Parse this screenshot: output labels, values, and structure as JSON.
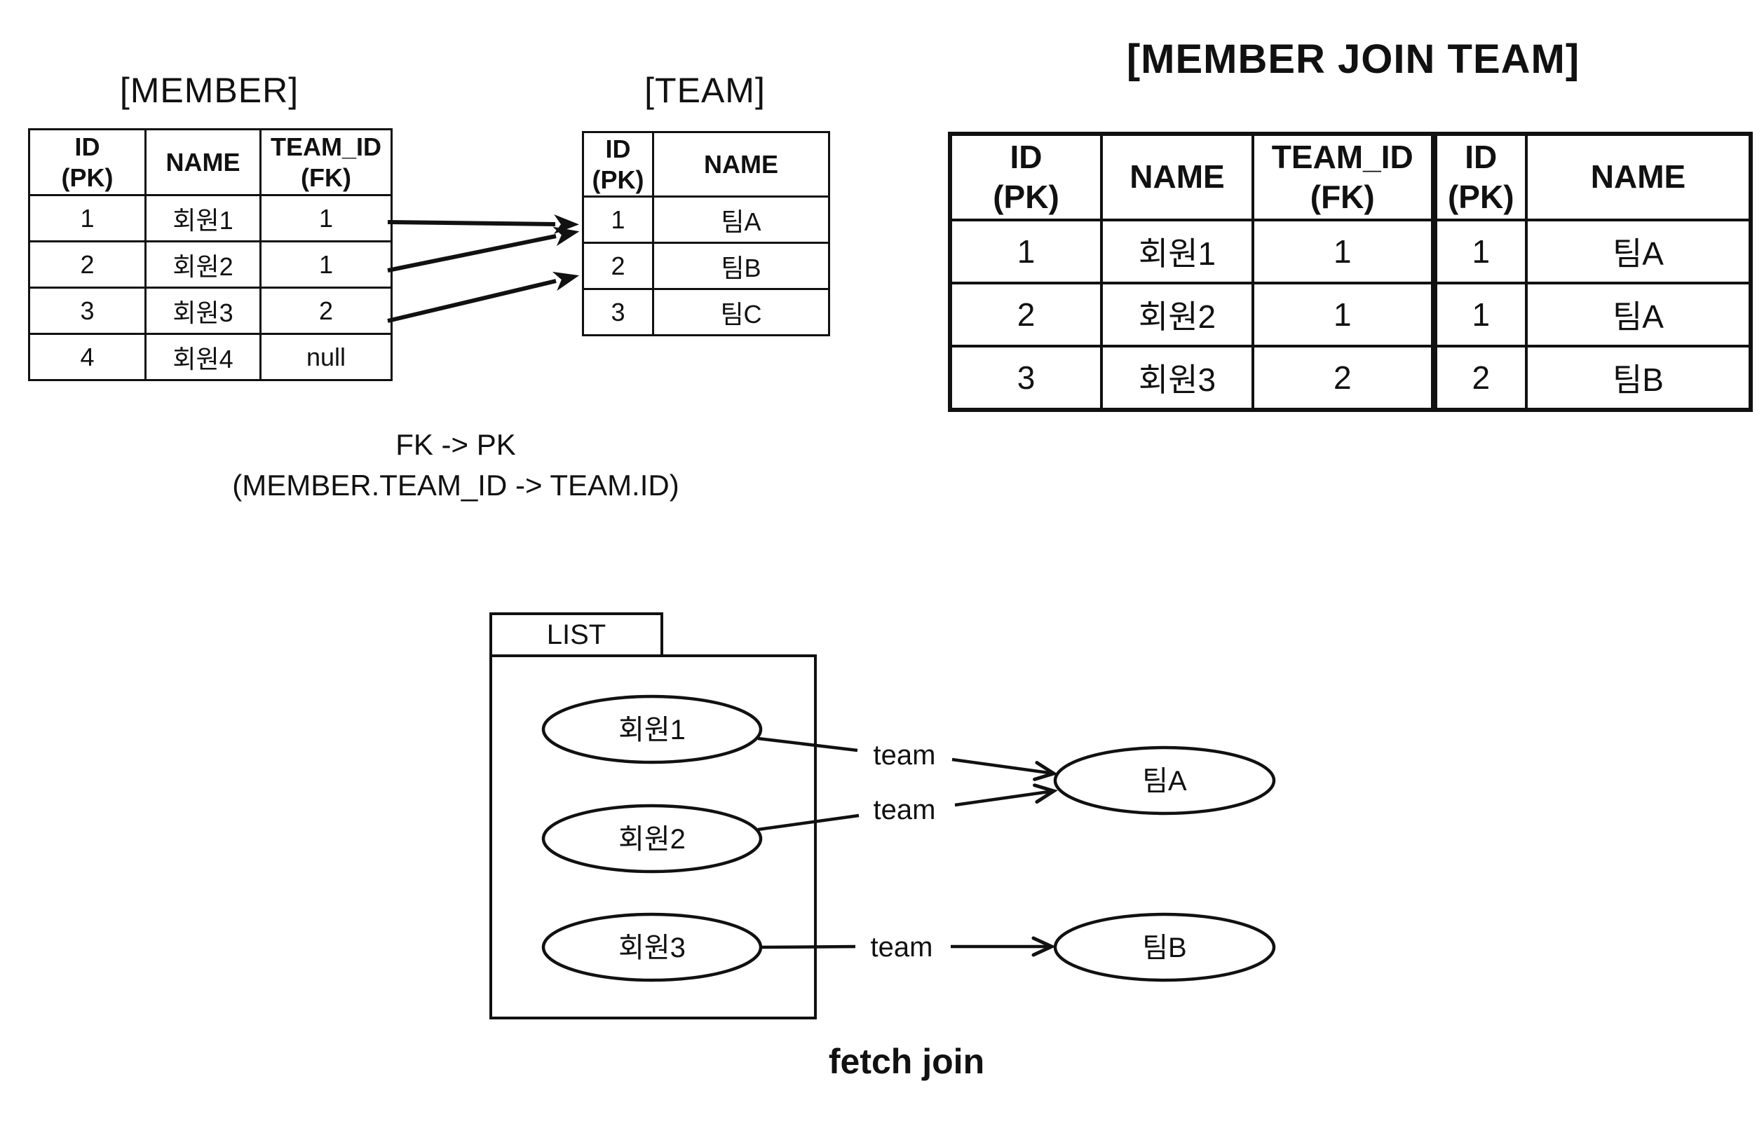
{
  "titles": {
    "member_table": "[MEMBER]",
    "team_table": "[TEAM]",
    "join_table": "[MEMBER JOIN TEAM]",
    "relation_line1": "FK -> PK",
    "relation_line2": "(MEMBER.TEAM_ID -> TEAM.ID)",
    "bottom_caption": "fetch join"
  },
  "member_table": {
    "headers": [
      "ID\n(PK)",
      "NAME",
      "TEAM_ID\n(FK)"
    ],
    "rows": [
      [
        "1",
        "회원1",
        "1"
      ],
      [
        "2",
        "회원2",
        "1"
      ],
      [
        "3",
        "회원3",
        "2"
      ],
      [
        "4",
        "회원4",
        "null"
      ]
    ]
  },
  "team_table": {
    "headers": [
      "ID\n(PK)",
      "NAME"
    ],
    "rows": [
      [
        "1",
        "팀A"
      ],
      [
        "2",
        "팀B"
      ],
      [
        "3",
        "팀C"
      ]
    ]
  },
  "join_table": {
    "headers": [
      "ID\n(PK)",
      "NAME",
      "TEAM_ID\n(FK)",
      "ID\n(PK)",
      "NAME"
    ],
    "rows": [
      [
        "1",
        "회원1",
        "1",
        "1",
        "팀A"
      ],
      [
        "2",
        "회원2",
        "1",
        "1",
        "팀A"
      ],
      [
        "3",
        "회원3",
        "2",
        "2",
        "팀B"
      ]
    ]
  },
  "fetch_join_diagram": {
    "list_label": "LIST",
    "members": [
      "회원1",
      "회원2",
      "회원3"
    ],
    "teams": [
      "팀A",
      "팀B"
    ],
    "edge_labels": [
      "team",
      "team",
      "team"
    ]
  },
  "colors": {
    "ink": "#111111",
    "background": "#ffffff"
  }
}
